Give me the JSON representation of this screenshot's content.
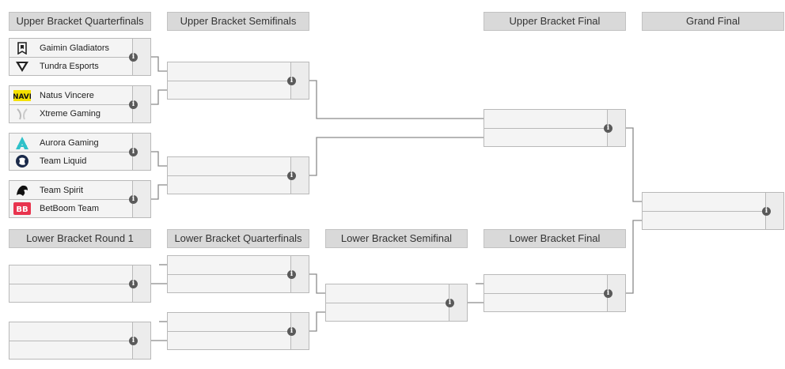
{
  "headers": {
    "ub_qf": "Upper Bracket Quarterfinals",
    "ub_sf": "Upper Bracket Semifinals",
    "ub_final": "Upper Bracket Final",
    "grand_final": "Grand Final",
    "lb_r1": "Lower Bracket Round 1",
    "lb_qf": "Lower Bracket Quarterfinals",
    "lb_sf": "Lower Bracket Semifinal",
    "lb_final": "Lower Bracket Final"
  },
  "teams": {
    "gaimin": "Gaimin Gladiators",
    "tundra": "Tundra Esports",
    "navi": "Natus Vincere",
    "xtreme": "Xtreme Gaming",
    "aurora": "Aurora Gaming",
    "liquid": "Team Liquid",
    "spirit": "Team Spirit",
    "betboom": "BetBoom Team"
  },
  "icons": {
    "info": "i"
  },
  "colors": {
    "header_bg": "#d9d9d9",
    "match_bg": "#f4f4f4",
    "line": "#8a8a8a",
    "aurora": "#2fc1c9",
    "betboom": "#e8344e",
    "navi": "#f5e100"
  }
}
